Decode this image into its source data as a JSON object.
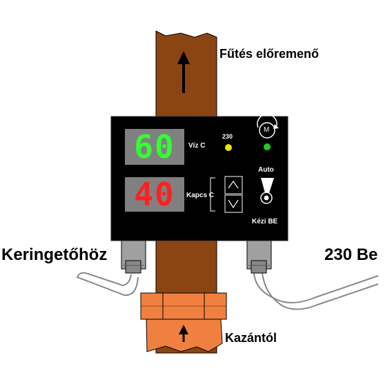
{
  "labels": {
    "heating_flow": "Fűtés előremenő",
    "to_circulator": "Keringetőhöz",
    "power_in": "230 Be",
    "from_boiler": "Kazántól"
  },
  "panel": {
    "water_value": "60",
    "water_label": "Víz C",
    "switch_value": "40",
    "switch_label": "Kapcs C",
    "power_label": "230",
    "auto_label": "Auto",
    "manual_label": "Kézi BE",
    "motor_letter": "M"
  },
  "colors": {
    "pipe": "#8b4513",
    "fitting": "#f08040",
    "panel": "#000000",
    "display_bg": "#808080",
    "water_digits": "#33ff33",
    "switch_digits": "#ff2020",
    "power_led": "#e8e800",
    "motor_led": "#22cc22"
  }
}
